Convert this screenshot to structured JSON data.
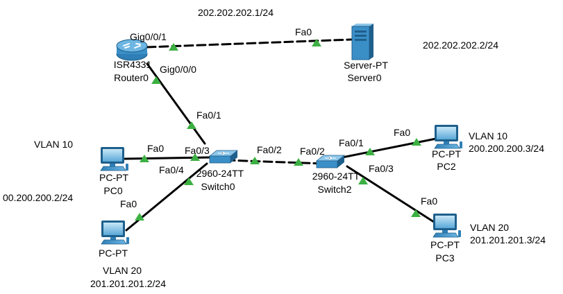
{
  "notes": {
    "router_net": "202.202.202.1/24",
    "server_net": "202.202.202.2/24",
    "pc0_vlan": "VLAN 10",
    "pc0_ip": "00.200.200.2/24",
    "pc1_vlan": "VLAN 20",
    "pc1_ip": "201.201.201.2/24",
    "pc2_vlan": "VLAN 10",
    "pc2_ip": "200.200.200.3/24",
    "pc3_vlan": "VLAN 20",
    "pc3_ip": "201.201.201.3/24"
  },
  "devices": {
    "router": {
      "model": "ISR4331",
      "name": "Router0"
    },
    "server": {
      "model": "Server-PT",
      "name": "Server0"
    },
    "switch0": {
      "model": "2960-24TT",
      "name": "Switch0"
    },
    "switch2": {
      "model": "2960-24TT",
      "name": "Switch2"
    },
    "pc0": {
      "model": "PC-PT",
      "name": "PC0"
    },
    "pc1": {
      "model": "PC-PT",
      "name": ""
    },
    "pc2": {
      "model": "PC-PT",
      "name": "PC2"
    },
    "pc3": {
      "model": "PC-PT",
      "name": "PC3"
    }
  },
  "ports": {
    "router_server_r": "Gig0/0/1",
    "router_server_s": "Fa0",
    "router_switch_r": "Gig0/0/0",
    "router_switch_s": "Fa0/1",
    "pc0_switch_p": "Fa0",
    "pc0_switch_s": "Fa0/3",
    "pc1_switch_p": "Fa0",
    "pc1_switch_s": "Fa0/4",
    "trunk_sw0": "Fa0/2",
    "trunk_sw2": "Fa0/2",
    "pc2_switch_s": "Fa0/1",
    "pc2_switch_p": "Fa0",
    "pc3_switch_s": "Fa0/3",
    "pc3_switch_p": "Fa0"
  },
  "colors": {
    "link": "#000000",
    "link_indicator": "#3cb043",
    "device_body": "#3b8fc7",
    "device_dark": "#1e5f8c"
  }
}
